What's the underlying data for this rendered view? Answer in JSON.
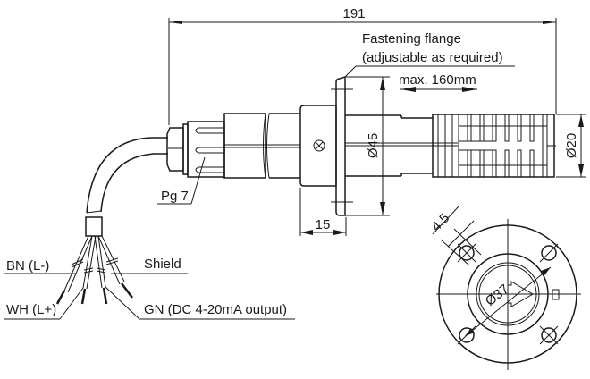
{
  "drawing": {
    "title": "Sensor dimension drawing",
    "dimensions": {
      "overall_length": "191",
      "flange_adjust": "max. 160mm",
      "flange_diameter": "Ø45",
      "probe_diameter": "Ø20",
      "flange_thickness": "15",
      "hole_diameter": "4.5",
      "bolt_circle": "Ø37"
    },
    "callouts": {
      "flange_line1": "Fastening flange",
      "flange_line2": "(adjustable as required)",
      "gland": "Pg 7"
    },
    "wires": [
      {
        "label": "BN (L-)"
      },
      {
        "label": "Shield"
      },
      {
        "label": "WH (L+)"
      },
      {
        "label": "GN (DC 4-20mA output)"
      }
    ],
    "colors": {
      "line": "#1a1a1a",
      "background": "#ffffff"
    }
  }
}
